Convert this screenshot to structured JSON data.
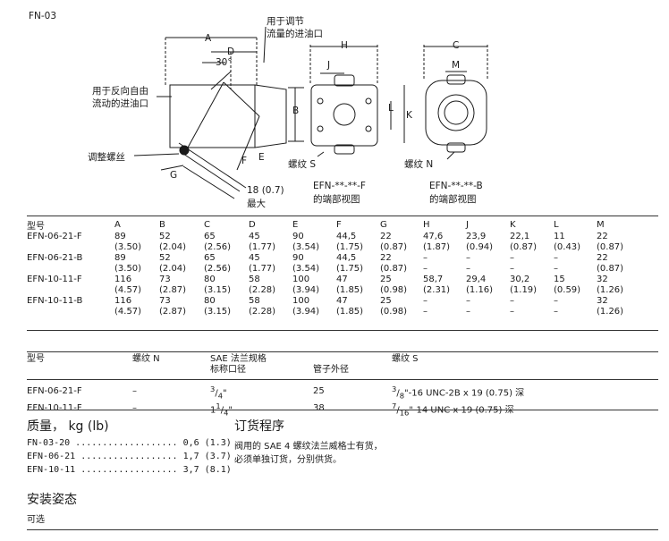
{
  "figure": {
    "id": "FN-03",
    "labels": {
      "A": "A",
      "D": "D",
      "angle": "30°",
      "B": "B",
      "E": "E",
      "F": "F",
      "G": "G",
      "H": "H",
      "J": "J",
      "L": "L",
      "K": "K",
      "C": "C",
      "M": "M",
      "adjust_inlet": "用于调节",
      "adjust_inlet2": "流量的进油口",
      "reverse_inlet": "用于反向自由",
      "reverse_inlet2": "流动的进油口",
      "adjust_screw": "调整螺丝",
      "max_len": "18 (0.7)",
      "max_word": "最大",
      "thread_s": "螺纹 S",
      "thread_n": "螺纹 N",
      "view_f": "EFN-**-**-F",
      "view_f2": "的端部视图",
      "view_b": "EFN-**-**-B",
      "view_b2": "的端部视图"
    }
  },
  "dimensions_table": {
    "headers": [
      "型号",
      "A",
      "B",
      "C",
      "D",
      "E",
      "F",
      "G",
      "H",
      "J",
      "K",
      "L",
      "M"
    ],
    "rows": [
      {
        "model": "EFN-06-21-F",
        "mm": [
          "89",
          "52",
          "65",
          "45",
          "90",
          "44,5",
          "22",
          "47,6",
          "23,9",
          "22,1",
          "11",
          "22"
        ],
        "inch": [
          "(3.50)",
          "(2.04)",
          "(2.56)",
          "(1.77)",
          "(3.54)",
          "(1.75)",
          "(0.87)",
          "(1.87)",
          "(0.94)",
          "(0.87)",
          "(0.43)",
          "(0.87)"
        ]
      },
      {
        "model": "EFN-06-21-B",
        "mm": [
          "89",
          "52",
          "65",
          "45",
          "90",
          "44,5",
          "22",
          "–",
          "–",
          "–",
          "–",
          "22"
        ],
        "inch": [
          "(3.50)",
          "(2.04)",
          "(2.56)",
          "(1.77)",
          "(3.54)",
          "(1.75)",
          "(0.87)",
          "–",
          "–",
          "–",
          "–",
          "(0.87)"
        ]
      },
      {
        "model": "EFN-10-11-F",
        "mm": [
          "116",
          "73",
          "80",
          "58",
          "100",
          "47",
          "25",
          "58,7",
          "29,4",
          "30,2",
          "15",
          "32"
        ],
        "inch": [
          "(4.57)",
          "(2.87)",
          "(3.15)",
          "(2.28)",
          "(3.94)",
          "(1.85)",
          "(0.98)",
          "(2.31)",
          "(1.16)",
          "(1.19)",
          "(0.59)",
          "(1.26)"
        ]
      },
      {
        "model": "EFN-10-11-B",
        "mm": [
          "116",
          "73",
          "80",
          "58",
          "100",
          "47",
          "25",
          "–",
          "–",
          "–",
          "–",
          "32"
        ],
        "inch": [
          "(4.57)",
          "(2.87)",
          "(3.15)",
          "(2.28)",
          "(3.94)",
          "(1.85)",
          "(0.98)",
          "–",
          "–",
          "–",
          "–",
          "(1.26)"
        ]
      }
    ]
  },
  "thread_table": {
    "h_model": "型号",
    "h_n": "螺纹 N",
    "h_sae": "SAE 法兰规格",
    "h_sae2": "标称口径",
    "h_pipe": "管子外径",
    "h_s": "螺纹 S",
    "rows": [
      {
        "model": "EFN-06-21-F",
        "n": "–",
        "sae_sup": "3",
        "sae_sub": "4",
        "sae_tail": "\"",
        "pipe": "25",
        "s_sup": "3",
        "s_sub": "8",
        "s_tail": "\"-16 UNC-2B x 19 (0.75) 深"
      },
      {
        "model": "EFN-10-11-F",
        "n": "–",
        "sae_pre": "1",
        "sae_sup": "1",
        "sae_sub": "4",
        "sae_tail": "\"",
        "pipe": "38",
        "s_sup": "7",
        "s_sub": "16",
        "s_tail": "\"-14 UNC x 19 (0.75) 深"
      }
    ]
  },
  "mass": {
    "title": "质量， kg  (lb)",
    "rows": [
      "FN-03-20 ................... 0,6 (1.3)",
      "EFN-06-21 .................. 1,7 (3.7)",
      "EFN-10-11 .................. 3,7 (8.1)"
    ]
  },
  "ordering": {
    "title": "订货程序",
    "line1": "阀用的 SAE 4 螺纹法兰威格士有货，",
    "line2": "必须单独订货，分别供货。"
  },
  "mounting": {
    "title": "安装姿态",
    "value": "可选"
  }
}
